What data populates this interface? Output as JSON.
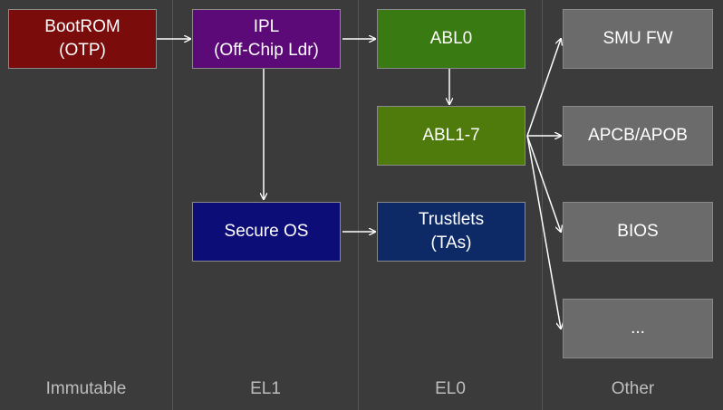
{
  "boxes": {
    "bootrom": {
      "line1": "BootROM",
      "line2": "(OTP)",
      "color": "#7a0c0c"
    },
    "ipl": {
      "line1": "IPL",
      "line2": "(Off-Chip Ldr)",
      "color": "#5c0a78"
    },
    "abl0": {
      "line1": "ABL0",
      "color": "#3a7a12"
    },
    "abl17": {
      "line1": "ABL1-7",
      "color": "#4f7a0c"
    },
    "secure_os": {
      "line1": "Secure OS",
      "color": "#0d0d78"
    },
    "trustlets": {
      "line1": "Trustlets",
      "line2": "(TAs)",
      "color": "#0d2a66"
    },
    "smu_fw": {
      "line1": "SMU FW",
      "color": "#6b6b6b"
    },
    "apcb_apob": {
      "line1": "APCB/APOB",
      "color": "#6b6b6b"
    },
    "bios": {
      "line1": "BIOS",
      "color": "#6b6b6b"
    },
    "more": {
      "line1": "...",
      "color": "#6b6b6b"
    }
  },
  "columns": [
    "Immutable",
    "EL1",
    "EL0",
    "Other"
  ]
}
